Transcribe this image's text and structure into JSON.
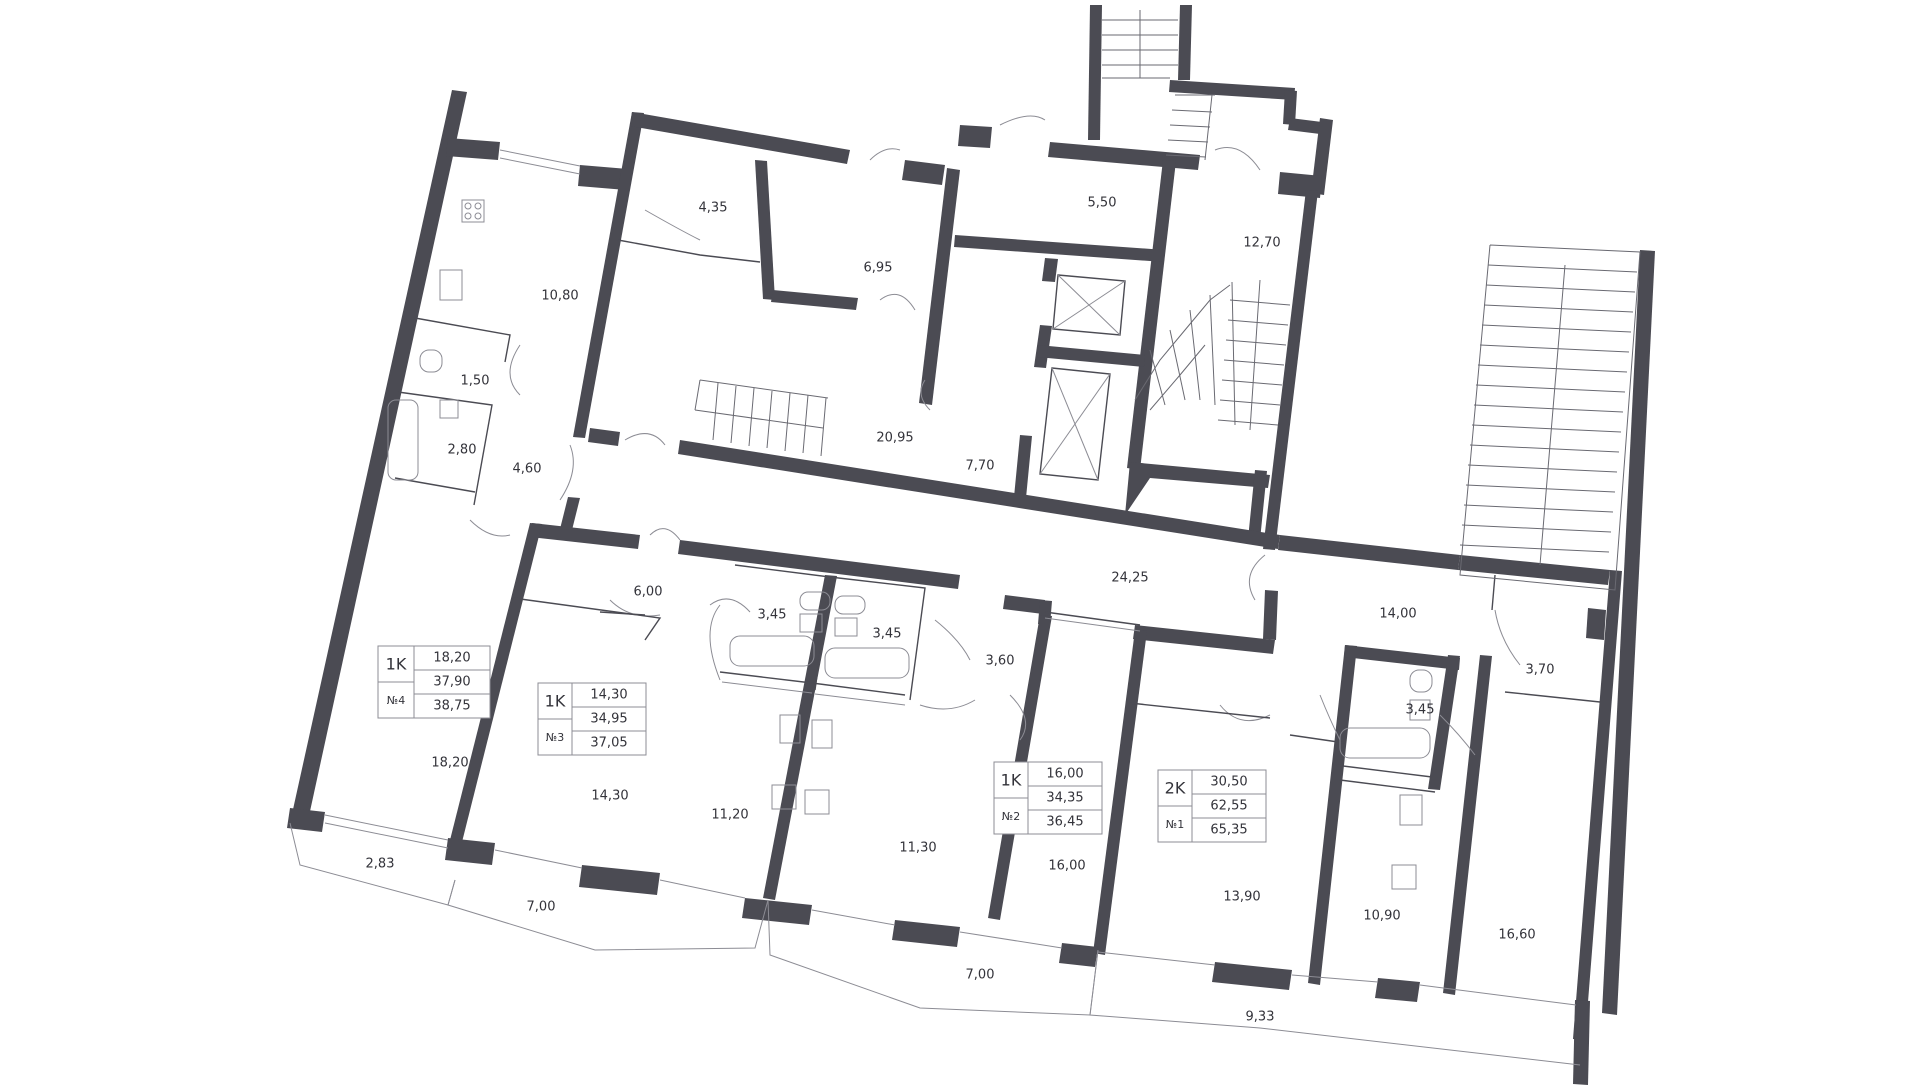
{
  "rooms": {
    "r_435": "4,35",
    "r_695": "6,95",
    "r_550": "5,50",
    "r_1270": "12,70",
    "r_1080": "10,80",
    "r_150": "1,50",
    "r_280": "2,80",
    "r_460": "4,60",
    "r_2095": "20,95",
    "r_770": "7,70",
    "r_2425": "24,25",
    "r_600": "6,00",
    "r_345a": "3,45",
    "r_345b": "3,45",
    "r_360": "3,60",
    "r_1400": "14,00",
    "r_345c": "3,45",
    "r_370": "3,70",
    "r_1820": "18,20",
    "r_1430": "14,30",
    "r_1120": "11,20",
    "r_1130": "11,30",
    "r_1600": "16,00",
    "r_1390": "13,90",
    "r_1090": "10,90",
    "r_1660": "16,60",
    "r_283": "2,83",
    "r_700a": "7,00",
    "r_700b": "7,00",
    "r_933": "9,33"
  },
  "apartments": [
    {
      "type": "1K",
      "number": "№4",
      "living": "18,20",
      "total": "37,90",
      "with_balcony": "38,75"
    },
    {
      "type": "1K",
      "number": "№3",
      "living": "14,30",
      "total": "34,95",
      "with_balcony": "37,05"
    },
    {
      "type": "1K",
      "number": "№2",
      "living": "16,00",
      "total": "34,35",
      "with_balcony": "36,45"
    },
    {
      "type": "2K",
      "number": "№1",
      "living": "30,50",
      "total": "62,55",
      "with_balcony": "65,35"
    }
  ]
}
